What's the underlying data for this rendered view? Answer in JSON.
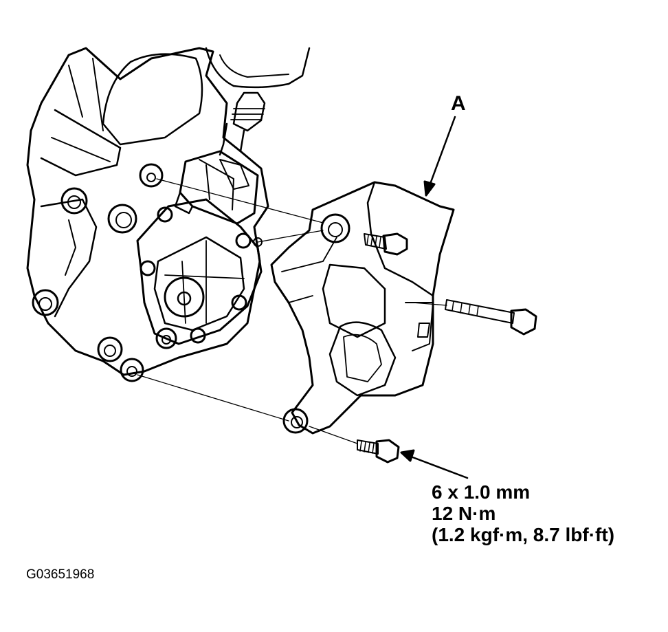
{
  "callout": {
    "letter": "A"
  },
  "spec": {
    "size": "6 x 1.0 mm",
    "torque_nm": "12 N·m",
    "torque_alt": "(1.2 kgf·m, 8.7 lbf·ft)"
  },
  "figure_id": "G03651968",
  "colors": {
    "line": "#000000",
    "background": "#ffffff"
  }
}
